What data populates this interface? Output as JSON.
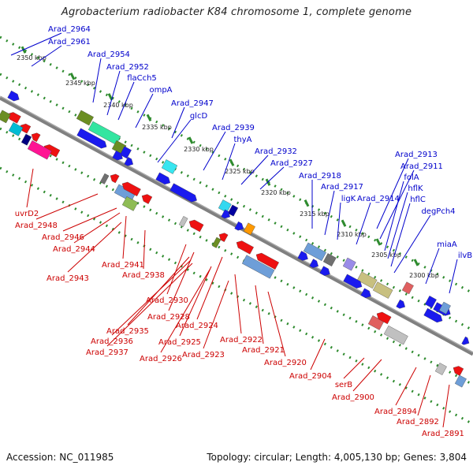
{
  "title": "Agrobacterium radiobacter K84 chromosome 1, complete genome",
  "footer": {
    "accession": "Accession: NC_011985",
    "summary": "Topology: circular; Length: 4,005,130 bp; Genes: 3,804"
  },
  "colors": {
    "backbone": "#808080",
    "top_labels": "#0000cc",
    "bottom_labels": "#cc0000",
    "ticks": "#2e8b2e",
    "forward_feature": "#1a1aee",
    "reverse_feature": "#ee1111"
  },
  "ticks": [
    "2350 kbp",
    "2345 kbp",
    "2340 kbp",
    "2335 kbp",
    "2330 kbp",
    "2325 kbp",
    "2320 kbp",
    "2315 kbp",
    "2310 kbp",
    "2305 kbp",
    "2300 kbp"
  ],
  "top_labels": [
    "Arad_2964",
    "Arad_2961",
    "Arad_2954",
    "Arad_2952",
    "flaCch5",
    "ompA",
    "Arad_2947",
    "glcD",
    "Arad_2939",
    "thyA",
    "Arad_2932",
    "Arad_2927",
    "Arad_2918",
    "Arad_2917",
    "ligK",
    "Arad_2914",
    "Arad_2913",
    "Arad_2911",
    "folA",
    "hflK",
    "hflC",
    "degPch4",
    "miaA",
    "ilvB"
  ],
  "bottom_labels": [
    "uvrD2",
    "Arad_2948",
    "Arad_2946",
    "Arad_2944",
    "Arad_2943",
    "Arad_2941",
    "Arad_2938",
    "Arad_2930",
    "Arad_2928",
    "Arad_2935",
    "Arad_2936",
    "Arad_2937",
    "Arad_2924",
    "Arad_2925",
    "Arad_2926",
    "Arad_2922",
    "Arad_2923",
    "Arad_2921",
    "Arad_2920",
    "Arad_2904",
    "serB",
    "Arad_2900",
    "Arad_2894",
    "Arad_2892",
    "Arad_2891"
  ]
}
